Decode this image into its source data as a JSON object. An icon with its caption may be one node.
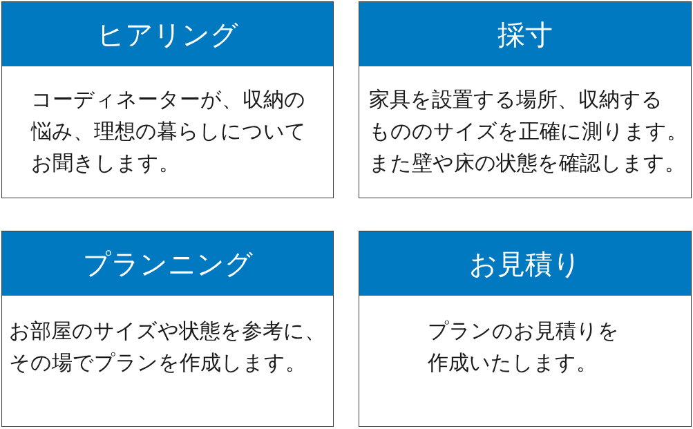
{
  "diagram": {
    "nodes": [
      {
        "text": [
          "ヒアリング",
          "コーディネーターが、収納の悩み、理想の暮らしについてお聞きします。"
        ]
      },
      {
        "text": [
          "採寸",
          "家具を設置する場所、収納するもののサイズを正確に測ります。また壁や床の状態を確認します。"
        ]
      },
      {
        "text": [
          "プランニング",
          "お部屋のサイズや状態を参考に、その場でプランを作成します。"
        ]
      },
      {
        "text": [
          "お見積り",
          "プランのお見積りを作成いたします。"
        ]
      }
    ]
  }
}
